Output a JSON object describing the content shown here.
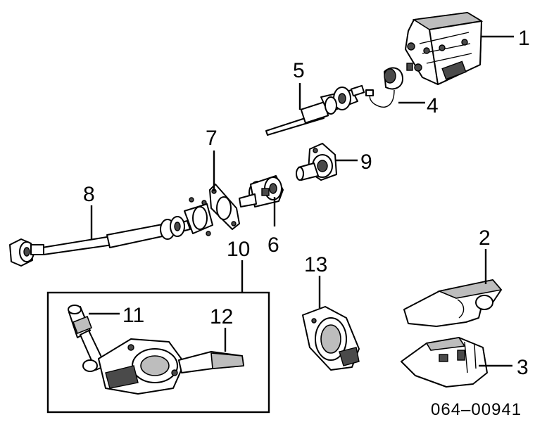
{
  "diagram": {
    "callouts": [
      "1",
      "2",
      "3",
      "4",
      "5",
      "6",
      "7",
      "8",
      "9",
      "10",
      "11",
      "12",
      "13"
    ],
    "catalog_code": "064–00941"
  }
}
